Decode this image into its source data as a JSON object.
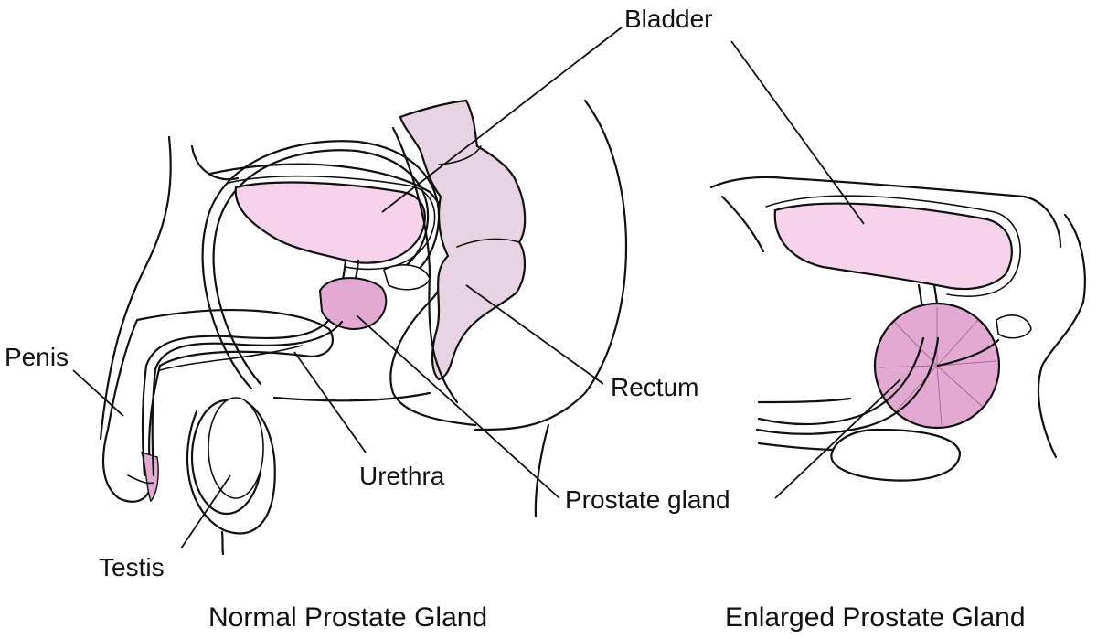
{
  "colors": {
    "bladder_fill": "#f6d3ea",
    "prostate_fill": "#e2a9d3",
    "rectum_fill": "#e6d4e2",
    "outline": "#111111"
  },
  "labels": {
    "bladder": "Bladder",
    "penis": "Penis",
    "rectum": "Rectum",
    "urethra": "Urethra",
    "prostate_gland": "Prostate gland",
    "testis": "Testis"
  },
  "captions": {
    "normal": "Normal Prostate Gland",
    "enlarged": "Enlarged Prostate Gland"
  }
}
